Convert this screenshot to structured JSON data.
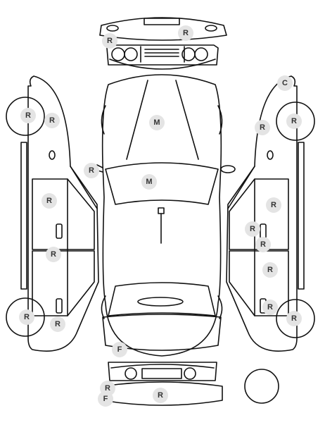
{
  "colors": {
    "line": "#111111",
    "marker_bg": "#e4e4e4",
    "marker_text": "#333333",
    "background": "#ffffff"
  },
  "markers": {
    "front_bumper_r": "R",
    "front_bumper_r2": "R",
    "hood_m": "M",
    "windshield_m": "M",
    "mirror_r": "R",
    "left_front_wheel_r": "R",
    "left_front_fender_r": "R",
    "left_front_door_r": "R",
    "left_rear_door_r": "R",
    "left_rear_wheel_r": "R",
    "left_rear_quarter_r": "R",
    "right_corner_c": "C",
    "right_front_fender_r": "R",
    "right_front_wheel_r": "R",
    "right_front_door_r": "R",
    "right_handle_r": "R",
    "right_pillar_r": "R",
    "right_rear_door_r": "R",
    "right_rear_handle_r": "R",
    "right_rear_wheel_r": "R",
    "trunk_f": "F",
    "rear_bumper_r": "R",
    "rear_corner_r": "R",
    "rear_corner_f": "F"
  }
}
